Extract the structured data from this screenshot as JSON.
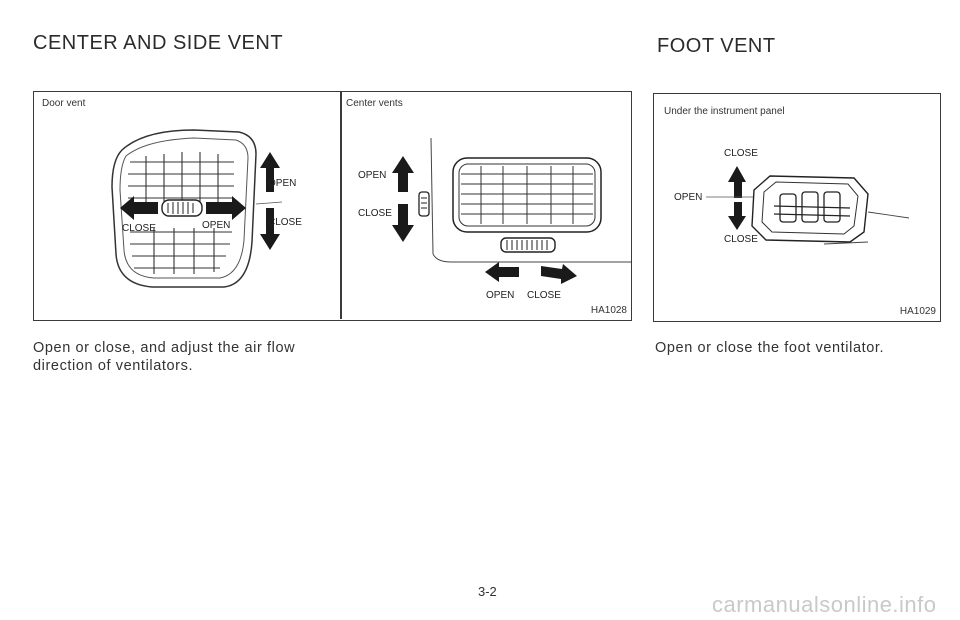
{
  "left_section": {
    "heading": "CENTER AND SIDE VENT",
    "door_vent": {
      "caption": "Door vent",
      "label_open_right": "OPEN",
      "label_close_right": "CLOSE",
      "label_close_left": "CLOSE",
      "label_open_center": "OPEN"
    },
    "center_vents": {
      "caption": "Center vents",
      "label_open": "OPEN",
      "label_close": "CLOSE",
      "label_open_bottom": "OPEN",
      "label_close_bottom": "CLOSE"
    },
    "figure_code": "HA1028",
    "body_text_line1": "Open or close, and adjust the air flow",
    "body_text_line2": "direction of ventilators."
  },
  "right_section": {
    "heading": "FOOT VENT",
    "caption": "Under the instrument panel",
    "label_close_top": "CLOSE",
    "label_open": "OPEN",
    "label_close_bottom": "CLOSE",
    "figure_code": "HA1029",
    "body_text": "Open or close the foot ventilator."
  },
  "page_number": "3-2",
  "watermark": "carmanualsonline.info",
  "colors": {
    "ink": "#2a2a2a",
    "arrow": "#1a1a1a",
    "watermark": "#c9c9c9"
  }
}
